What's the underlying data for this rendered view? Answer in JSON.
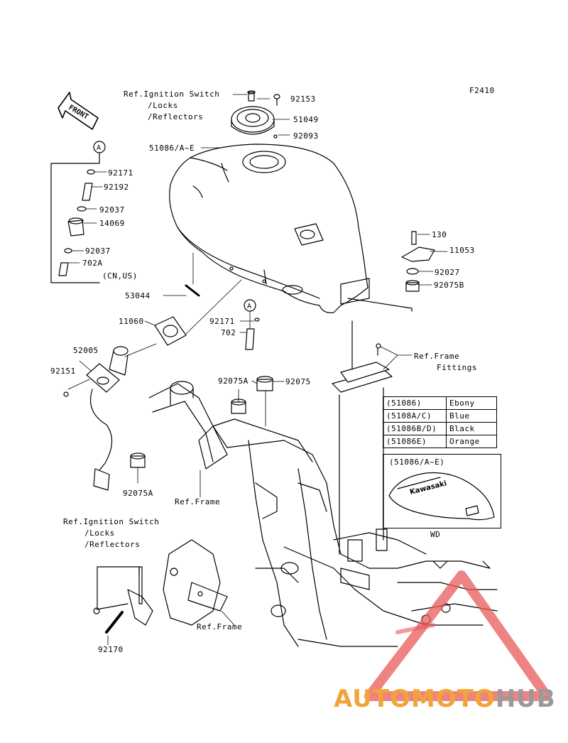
{
  "figure_code": "F2410",
  "front_arrow": "FRONT",
  "callouts": {
    "ref_ignition_top": [
      "Ref.Ignition Switch",
      "/Locks",
      "/Reflectors"
    ],
    "ref_ignition_bottom": [
      "Ref.Ignition Switch",
      "/Locks",
      "/Reflectors"
    ],
    "ref_frame_fittings": [
      "Ref.Frame",
      "Fittings"
    ],
    "ref_frame_mid": "Ref.Frame",
    "ref_frame_bottom": "Ref.Frame",
    "circle_a_left": "A",
    "circle_a_mid": "A"
  },
  "part_labels": {
    "p92153": "92153",
    "p51049": "51049",
    "p92093": "92093",
    "p51086": "51086/A~E",
    "p92171a": "92171",
    "p92192": "92192",
    "p92037a": "92037",
    "p14069": "14069",
    "p92037b": "92037",
    "p702a": "702A",
    "p_cnus": "(CN,US)",
    "p130": "130",
    "p11053": "11053",
    "p92027": "92027",
    "p92075b": "92075B",
    "p53044": "53044",
    "p11060": "11060",
    "p92171b": "92171",
    "p702": "702",
    "p52005": "52005",
    "p92151": "92151",
    "p92075a_top": "92075A",
    "p92075": "92075",
    "p92075a_bot": "92075A",
    "p92170": "92170"
  },
  "color_table": {
    "rows": [
      {
        "code": "(51086)",
        "color": "Ebony"
      },
      {
        "code": "(5108A/C)",
        "color": "Blue"
      },
      {
        "code": "(51086B/D)",
        "color": "Black"
      },
      {
        "code": "(51086E)",
        "color": "Orange"
      }
    ]
  },
  "wd_box": {
    "title": "(51086/A~E)",
    "label": "WD",
    "tank_logo": "Kawasaki"
  },
  "brand": {
    "part1": "AUTOMOTO",
    "part2": "HUB",
    "color1": "#f2a43a",
    "color2": "#9a9a9a",
    "triangle_color": "#e85a5a"
  }
}
